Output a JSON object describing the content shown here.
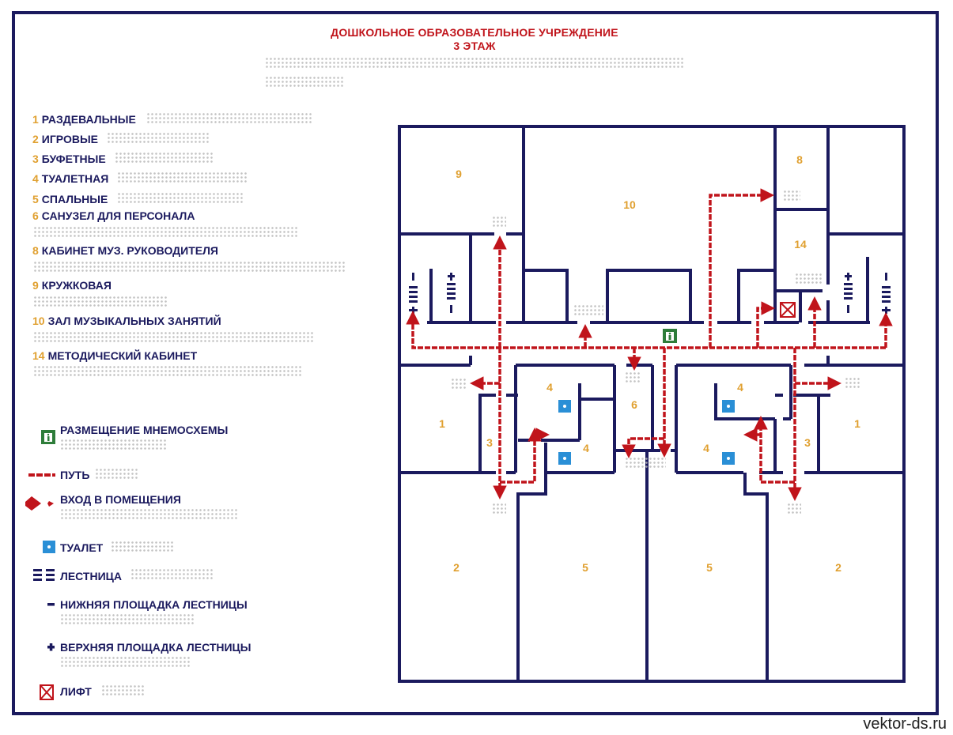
{
  "header": {
    "title": "ДОШКОЛЬНОЕ ОБРАЗОВАТЕЛЬНОЕ УЧРЕЖДЕНИЕ",
    "floor": "3 ЭТАЖ"
  },
  "rooms_legend": [
    {
      "num": "1",
      "label": "РАЗДЕВАЛЬНЫЕ"
    },
    {
      "num": "2",
      "label": "ИГРОВЫЕ"
    },
    {
      "num": "3",
      "label": "БУФЕТНЫЕ"
    },
    {
      "num": "4",
      "label": "ТУАЛЕТНАЯ"
    },
    {
      "num": "5",
      "label": "СПАЛЬНЫЕ"
    },
    {
      "num": "6",
      "label": "САНУЗЕЛ ДЛЯ ПЕРСОНАЛА"
    },
    {
      "num": "8",
      "label": "КАБИНЕТ МУЗ. РУКОВОДИТЕЛЯ"
    },
    {
      "num": "9",
      "label": "КРУЖКОВАЯ"
    },
    {
      "num": "10",
      "label": "ЗАЛ МУЗЫКАЛЬНЫХ ЗАНЯТИЙ"
    },
    {
      "num": "14",
      "label": "МЕТОДИЧЕСКИЙ КАБИНЕТ"
    }
  ],
  "symbols_legend": {
    "mnemo": "РАЗМЕЩЕНИЕ МНЕМОСХЕМЫ",
    "path": "ПУТЬ",
    "entry": "ВХОД В ПОМЕЩЕНИЯ",
    "toilet": "ТУАЛЕТ",
    "stairs": "ЛЕСТНИЦА",
    "lower": "НИЖНЯЯ ПЛОЩАДКА ЛЕСТНИЦЫ",
    "upper": "ВЕРХНЯЯ ПЛОЩАДКА ЛЕСТНИЦЫ",
    "lift": "ЛИФТ"
  },
  "plan_labels": {
    "r9": "9",
    "r10": "10",
    "r8": "8",
    "r14": "14",
    "r1a": "1",
    "r3a": "3",
    "r4a": "4",
    "r4b": "4",
    "r6": "6",
    "r4c": "4",
    "r4d": "4",
    "r3b": "3",
    "r1b": "1",
    "r2a": "2",
    "r5a": "5",
    "r5b": "5",
    "r2b": "2"
  },
  "colors": {
    "wall": "#1b1a5e",
    "path": "#c0141b",
    "number": "#e0a030",
    "toilet": "#2a8fd6",
    "mnemo": "#2e7d3a"
  },
  "site": "vektor-ds.ru"
}
